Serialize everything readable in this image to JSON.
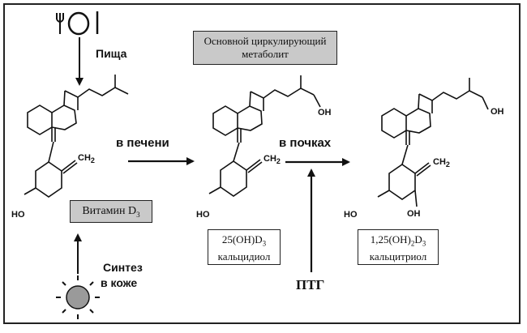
{
  "labels": {
    "food": "Пища",
    "liver": "в печени",
    "kidneys": "в почках",
    "synthesis_line1": "Синтез",
    "synthesis_line2": "в коже",
    "pth": "ПТГ"
  },
  "boxes": {
    "main_metabolite_line1": "Основной циркулирующий",
    "main_metabolite_line2": "метаболит",
    "vitamin_d3_prefix": "Витамин D",
    "vitamin_d3_sub": "3",
    "calcidiol_formula_prefix": "25(OH)D",
    "calcidiol_formula_sub": "3",
    "calcidiol_name": "кальцидиол",
    "calcitriol_formula_prefix": "1,25(OH)",
    "calcitriol_formula_sub1": "2",
    "calcitriol_formula_mid": "D",
    "calcitriol_formula_sub2": "3",
    "calcitriol_name": "кальцитриол"
  },
  "molecule_labels": {
    "ho": "HO",
    "oh": "OH",
    "ch2_prefix": "CH",
    "ch2_sub": "2"
  },
  "icons": {
    "food_icon": "fork-plate-knife-icon",
    "sun_icon": "sun-icon"
  },
  "colors": {
    "box_fill": "#c9c9c9",
    "line": "#111111"
  }
}
